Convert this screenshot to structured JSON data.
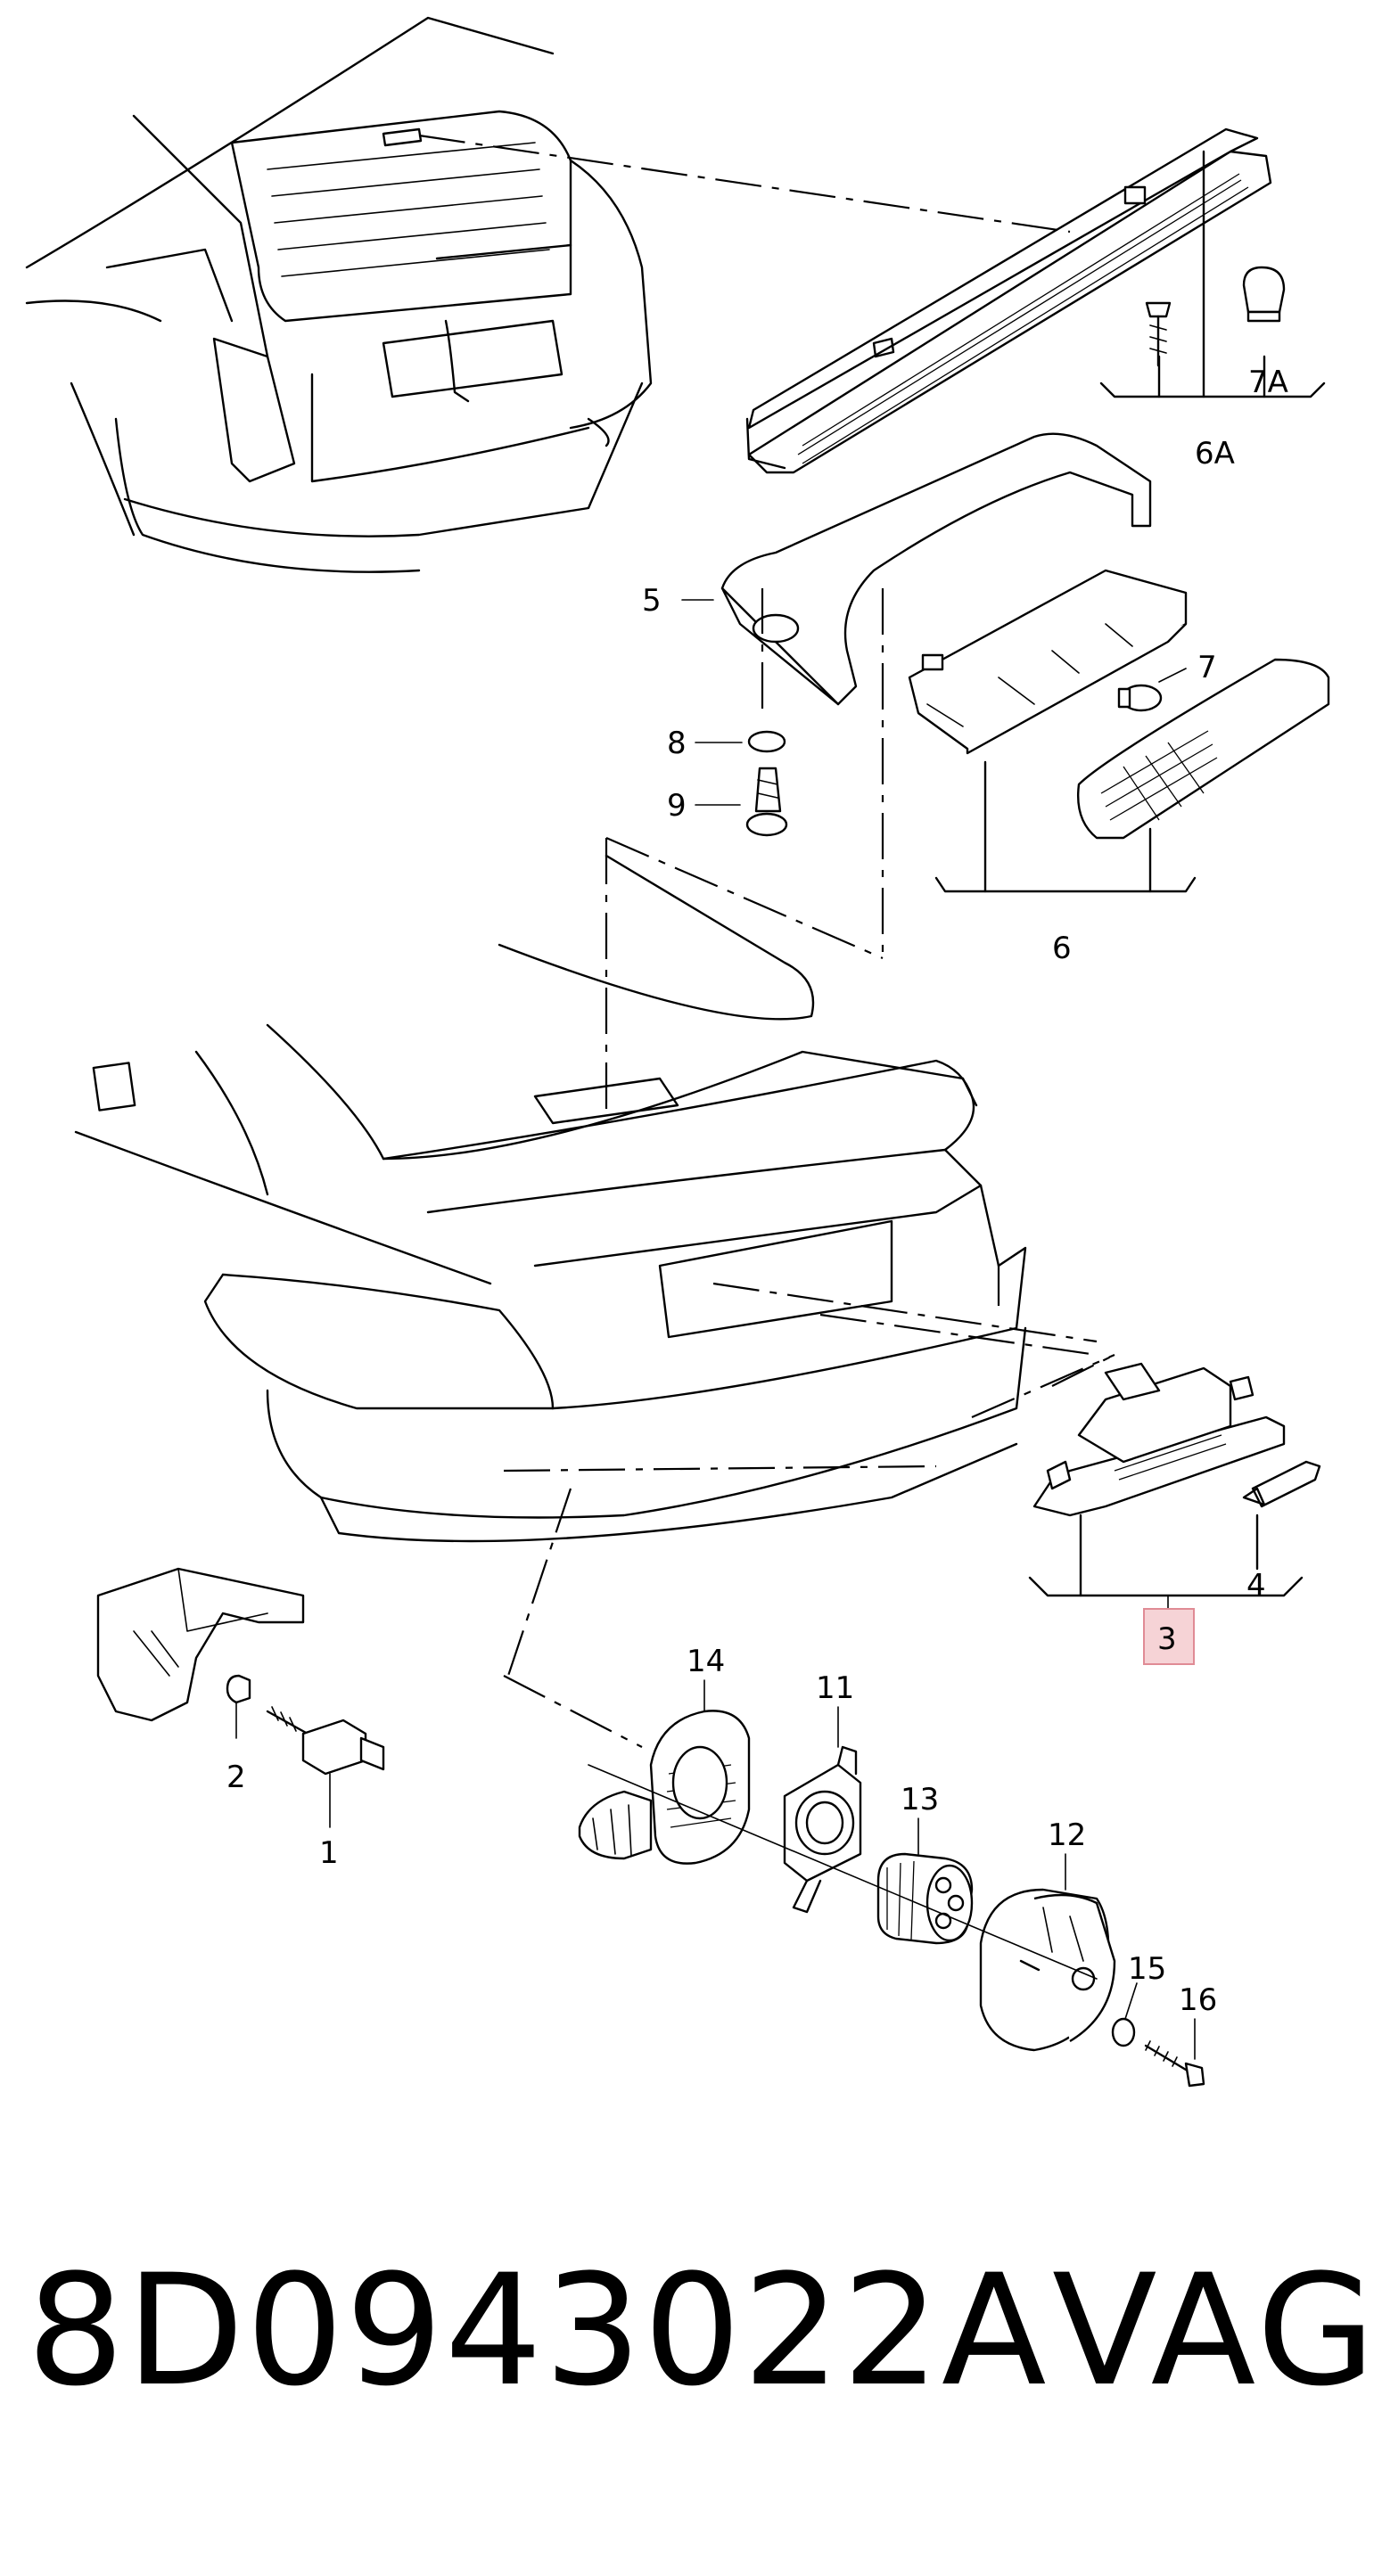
{
  "callouts": {
    "c1": "1",
    "c2": "2",
    "c3": "3",
    "c4": "4",
    "c5": "5",
    "c6": "6",
    "c6a": "6A",
    "c7": "7",
    "c7a": "7A",
    "c8": "8",
    "c9": "9",
    "c11": "11",
    "c12": "12",
    "c13": "13",
    "c14": "14",
    "c15": "15",
    "c16": "16"
  },
  "highlight_color": "#f6d3d6",
  "footer": {
    "part_number": "8D0943022A",
    "brand": "VAG"
  }
}
